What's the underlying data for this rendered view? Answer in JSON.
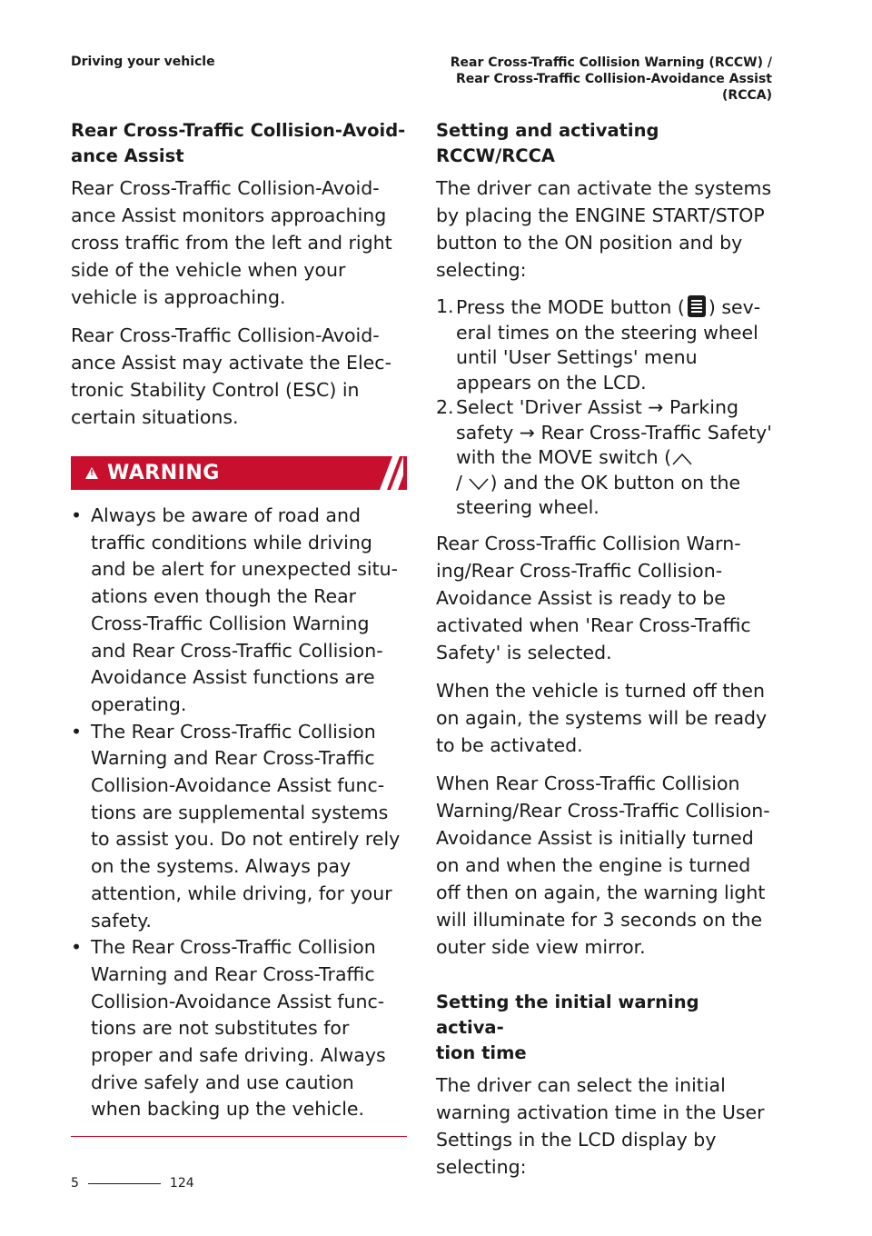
{
  "header": {
    "left": "Driving your vehicle",
    "right_line1": "Rear Cross-Traffic Collision Warning (RCCW) /",
    "right_line2": "Rear Cross-Traffic Collision-Avoidance Assist",
    "right_line3": "(RCCA)"
  },
  "left": {
    "heading_line1": "Rear Cross-Traffic Collision-Avoid-",
    "heading_line2": "ance Assist",
    "para1": "Rear Cross-Traffic Collision-Avoid­ance Assist monitors approaching cross traffic from the left and right side of the vehicle when your vehicle is approaching.",
    "para2": "Rear Cross-Traffic Collision-Avoid­ance Assist may activate the Elec­tronic Stability Control (ESC) in certain situations.",
    "warning_label": "WARNING",
    "bullets": [
      "Always be aware of road and traffic conditions while driving and be alert for unexpected situ­ations even though the Rear Cross-Traffic Collision Warning and Rear Cross-Traffic Collision-Avoidance Assist functions are operating.",
      "The Rear Cross-Traffic Collision Warning and Rear Cross-Traffic Collision-Avoidance Assist func­tions are supplemental systems to assist you. Do not entirely rely on the systems. Always pay attention, while driving, for your safety.",
      "The Rear Cross-Traffic Collision Warning and Rear Cross-Traffic Collision-Avoidance Assist func­tions are not substitutes for proper and safe driving. Always drive safely and use caution when backing up the vehicle."
    ]
  },
  "right": {
    "heading1": "Setting and activating RCCW/RCCA",
    "para1": "The driver can activate the systems by placing the ENGINE START/STOP button to the ON position and by selecting:",
    "step1_num": "1.",
    "step1_a": "Press the MODE button (",
    "step1_b": ") sev­eral times on the steering wheel until 'User Settings' menu appears on the LCD.",
    "step2_num": "2.",
    "step2_a": "Select 'Driver Assist → Parking safety → Rear Cross-Traffic Safety' with the MOVE switch (",
    "step2_sep": "/",
    "step2_b": ") and the OK button on the steering wheel.",
    "para2": "Rear Cross-Traffic Collision Warn­ing/Rear Cross-Traffic Collision-Avoidance Assist is ready to be acti­vated when 'Rear Cross-Traffic Safety' is selected.",
    "para3": "When the vehicle is turned off then on again, the systems will be ready to be activated.",
    "para4": "When Rear Cross-Traffic Collision Warning/Rear Cross-Traffic Colli­sion-Avoidance Assist is initially turned on and when the engine is turned off then on again, the warn­ing light will illuminate for 3 seconds on the outer side view mirror.",
    "heading2_line1": "Setting the initial warning activa-",
    "heading2_line2": "tion time",
    "para5": "The driver can select the initial warning activation time in the User Settings in the LCD display by selecting:"
  },
  "footer": {
    "chapter": "5",
    "page": "124"
  },
  "colors": {
    "accent": "#c8102e",
    "text": "#1a1a1a"
  },
  "icons": [
    "warning-triangle-icon",
    "mode-button-icon",
    "chevron-up-icon",
    "chevron-down-icon"
  ]
}
